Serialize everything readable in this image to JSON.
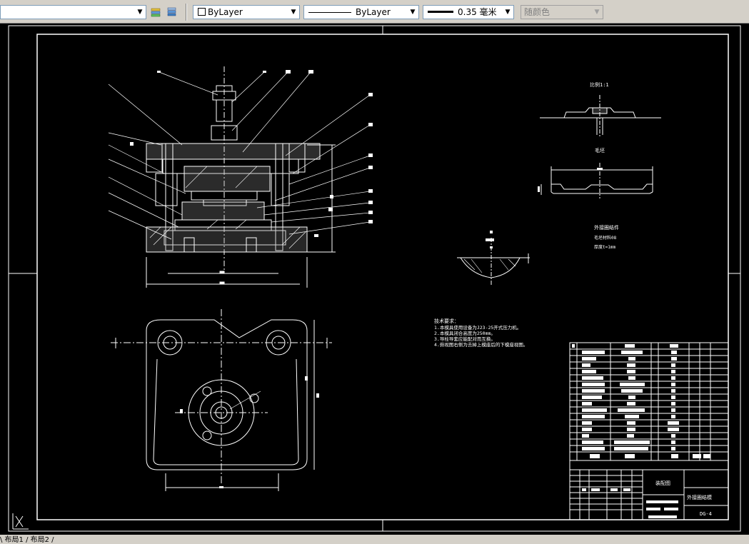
{
  "toolbar": {
    "layer_combo_value": "",
    "color_value": "ByLayer",
    "linetype_value": "ByLayer",
    "lineweight_value": "0.35 毫米",
    "plotstyle_value": "随颜色",
    "layer_tool_icon": "layer-properties-icon",
    "layer_state_icon": "layer-states-icon"
  },
  "drawing": {
    "scale_label": "比例1:1",
    "blank_label": "毛坯",
    "part_title": "外接圈结件",
    "material": "毛坯材料08",
    "thickness": "厚度t=1mm",
    "tech_req_title": "技术要求：",
    "tech_req_lines": [
      "1.本模具使用设备为J23-25开式压力机。",
      "2.本模具闭合高度为250mm。",
      "3.导柱导套应能配对而互换。",
      "4.俯视图右侧为去掉上模座后的下模座视图。"
    ],
    "title_block": {
      "drawing_type": "装配图",
      "part_name": "外接圈结模",
      "drawing_no": "DG-4",
      "standard_codes": [
        "GB70-85",
        "GB/T2861.1",
        "GB70-85",
        "GB/T2861.1",
        "GB70-85",
        "GB70-85",
        "GB/T70.1-2000",
        "GB/T70.1-2000"
      ]
    }
  },
  "statusbar": {
    "layout_tabs": "\\ 布局1 / 布局2 /"
  },
  "colors": {
    "canvas": "#000000",
    "line": "#ffffff",
    "toolbar": "#d4d0c8"
  }
}
